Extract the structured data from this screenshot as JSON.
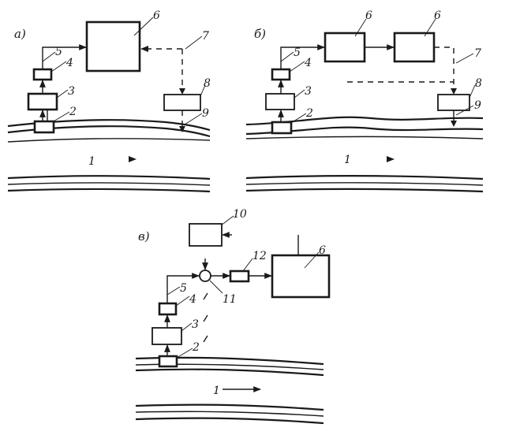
{
  "panels": {
    "a": {
      "label": "а)",
      "numbers": {
        "n1": "1",
        "n2": "2",
        "n3": "3",
        "n4": "4",
        "n5": "5",
        "n6": "6",
        "n7": "7",
        "n8": "8",
        "n9": "9"
      }
    },
    "b": {
      "label": "б)",
      "numbers": {
        "n1": "1",
        "n2": "2",
        "n3": "3",
        "n4": "4",
        "n5": "5",
        "n6a": "6",
        "n6b": "6",
        "n7": "7",
        "n8": "8",
        "n9": "9"
      }
    },
    "v": {
      "label": "в)",
      "numbers": {
        "n1": "1",
        "n2": "2",
        "n3": "3",
        "n4": "4",
        "n5": "5",
        "n6": "6",
        "n10": "10",
        "n11": "11",
        "n12": "12"
      }
    }
  }
}
